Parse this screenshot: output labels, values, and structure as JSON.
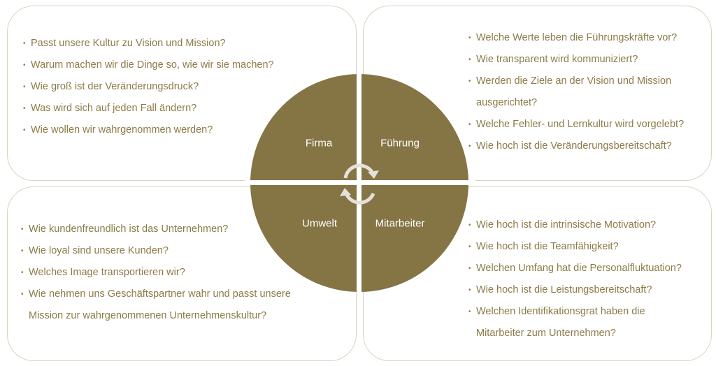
{
  "colors": {
    "accent": "#857545",
    "text": "#8b7b47",
    "border": "#d9d4c0"
  },
  "circle": {
    "quadrants": {
      "top_left": "Firma",
      "top_right": "Führung",
      "bottom_left": "Umwelt",
      "bottom_right": "Mitarbeiter"
    },
    "center_icon": "cycle-arrows-icon"
  },
  "firma": {
    "items": [
      "Passt unsere Kultur zu Vision und Mission?",
      "Warum machen wir die Dinge so, wie wir sie machen?",
      "Wie groß ist der Veränderungsdruck?",
      "Was wird sich auf jeden Fall ändern?",
      "Wie wollen wir wahrgenommen werden?"
    ]
  },
  "fuehrung": {
    "items": [
      [
        "Welche Werte leben die Führungskräfte vor?"
      ],
      [
        "Wie transparent wird kommuniziert?"
      ],
      [
        "Werden die Ziele an der Vision und Mission",
        "ausgerichtet?"
      ],
      [
        "Welche Fehler- und Lernkultur wird vorgelebt?"
      ],
      [
        "Wie hoch ist die Veränderungsbereitschaft?"
      ]
    ]
  },
  "umwelt": {
    "items": [
      [
        "Wie kundenfreundlich ist das Unternehmen?"
      ],
      [
        "Wie loyal sind unsere Kunden?"
      ],
      [
        "Welches Image transportieren wir?"
      ],
      [
        "Wie nehmen uns Geschäftspartner wahr und passt unsere",
        "Mission zur wahrgenommenen Unternehmenskultur?"
      ]
    ]
  },
  "mitarbeiter": {
    "items": [
      [
        "Wie hoch ist die intrinsische Motivation?"
      ],
      [
        "Wie hoch ist die Teamfähigkeit?"
      ],
      [
        "Welchen Umfang hat die Personalfluktuation?"
      ],
      [
        "Wie hoch ist die Leistungsbereitschaft?"
      ],
      [
        "Welchen Identifikationsgrat haben die",
        "Mitarbeiter zum Unternehmen?"
      ]
    ]
  }
}
